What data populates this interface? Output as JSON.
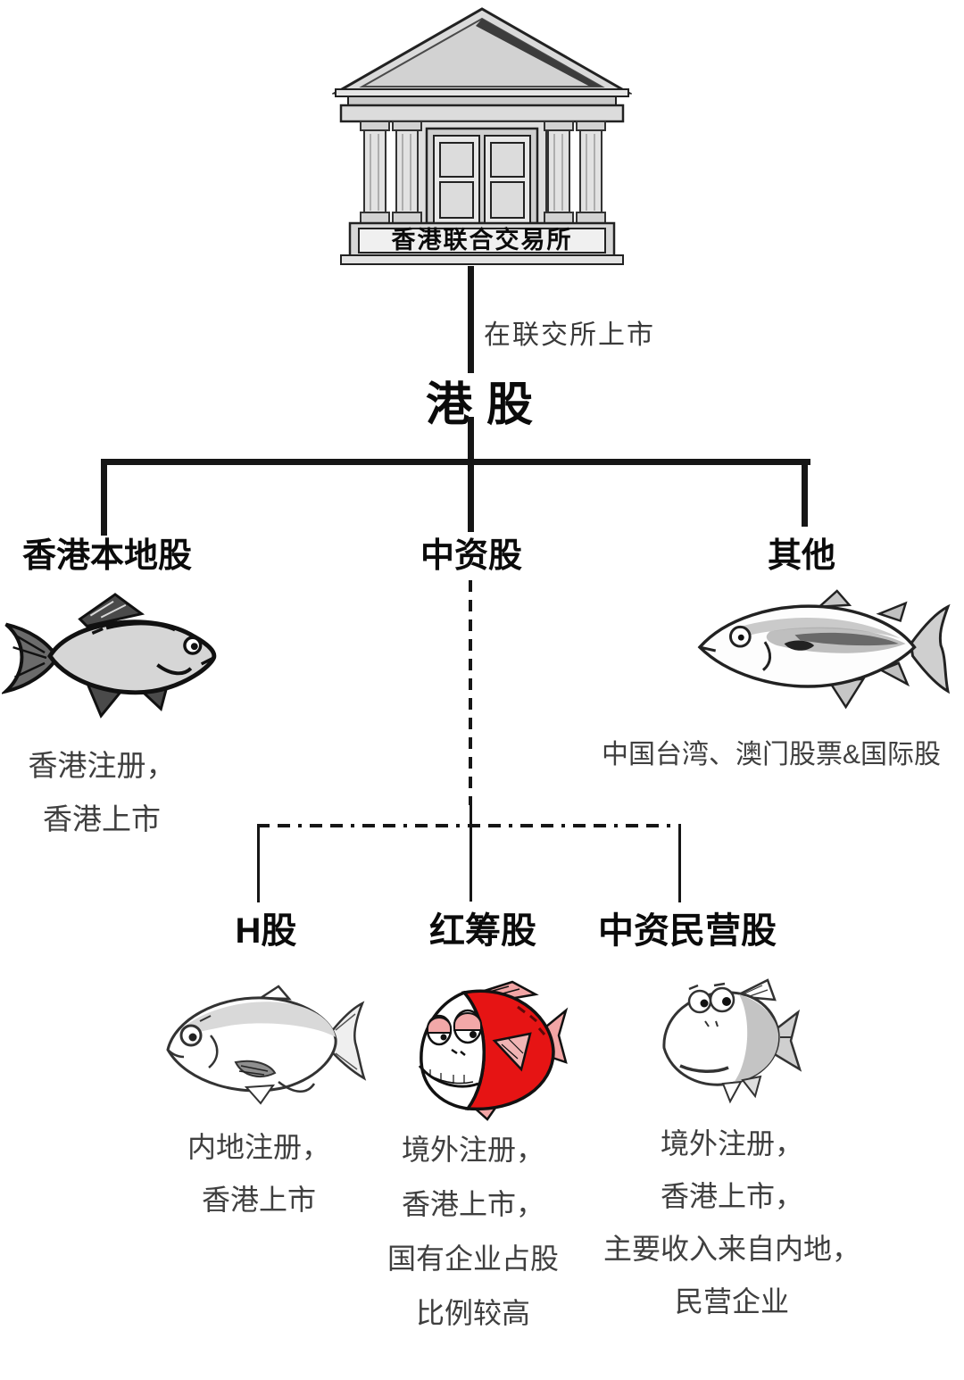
{
  "root": {
    "building_label": "香港联合交易所",
    "edge_label": "在联交所上市",
    "title": "港股"
  },
  "level1": {
    "local": {
      "label": "香港本地股",
      "icon": "grey-fish-icon",
      "desc": [
        "香港注册，",
        "香港上市"
      ]
    },
    "chinese": {
      "label": "中资股"
    },
    "other": {
      "label": "其他",
      "icon": "tuna-fish-icon",
      "desc": [
        "中国台湾、澳门股票&国际股"
      ]
    }
  },
  "level2": {
    "h_share": {
      "label": "H股",
      "icon": "sketch-fish-icon",
      "desc": [
        "内地注册，",
        "香港上市"
      ]
    },
    "red_chip": {
      "label": "红筹股",
      "icon": "red-fish-icon",
      "desc": [
        "境外注册，",
        "香港上市，",
        "国有企业占股",
        "比例较高"
      ]
    },
    "private": {
      "label": "中资民营股",
      "icon": "cartoon-fish-icon",
      "desc": [
        "境外注册，",
        "香港上市，",
        "主要收入来自内地，",
        "民营企业"
      ]
    }
  },
  "colors": {
    "line": "#161616",
    "text_secondary": "#3f3f3f",
    "red_fish_body": "#e61414",
    "red_fish_fin": "#f2a5a5",
    "grey_fish_body": "#d6d6d6",
    "building_fill": "#dadada"
  }
}
